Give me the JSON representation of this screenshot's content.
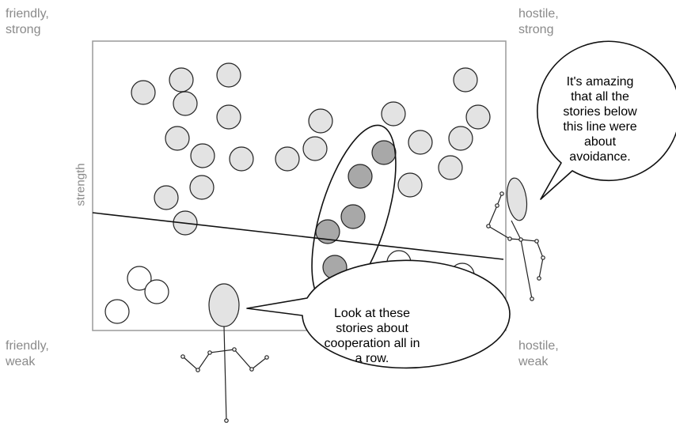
{
  "corners": {
    "top_left": [
      "friendly,",
      "strong"
    ],
    "top_right": [
      "hostile,",
      "strong"
    ],
    "bottom_left": [
      "friendly,",
      "weak"
    ],
    "bottom_right": [
      "hostile,",
      "weak"
    ]
  },
  "axis": {
    "y_label": "strength"
  },
  "bubbles": {
    "avoidance": [
      "It's amazing",
      "that all the",
      "stories below",
      "this line were",
      "about",
      "avoidance."
    ],
    "cooperation": [
      "Look at these",
      "stories about",
      "cooperation all in",
      "a row."
    ]
  },
  "colors": {
    "strong_fill": "#e3e3e3",
    "highlight_fill": "#a8a8a8",
    "weak_fill": "#ffffff",
    "label_gray": "#8a8a8a"
  }
}
